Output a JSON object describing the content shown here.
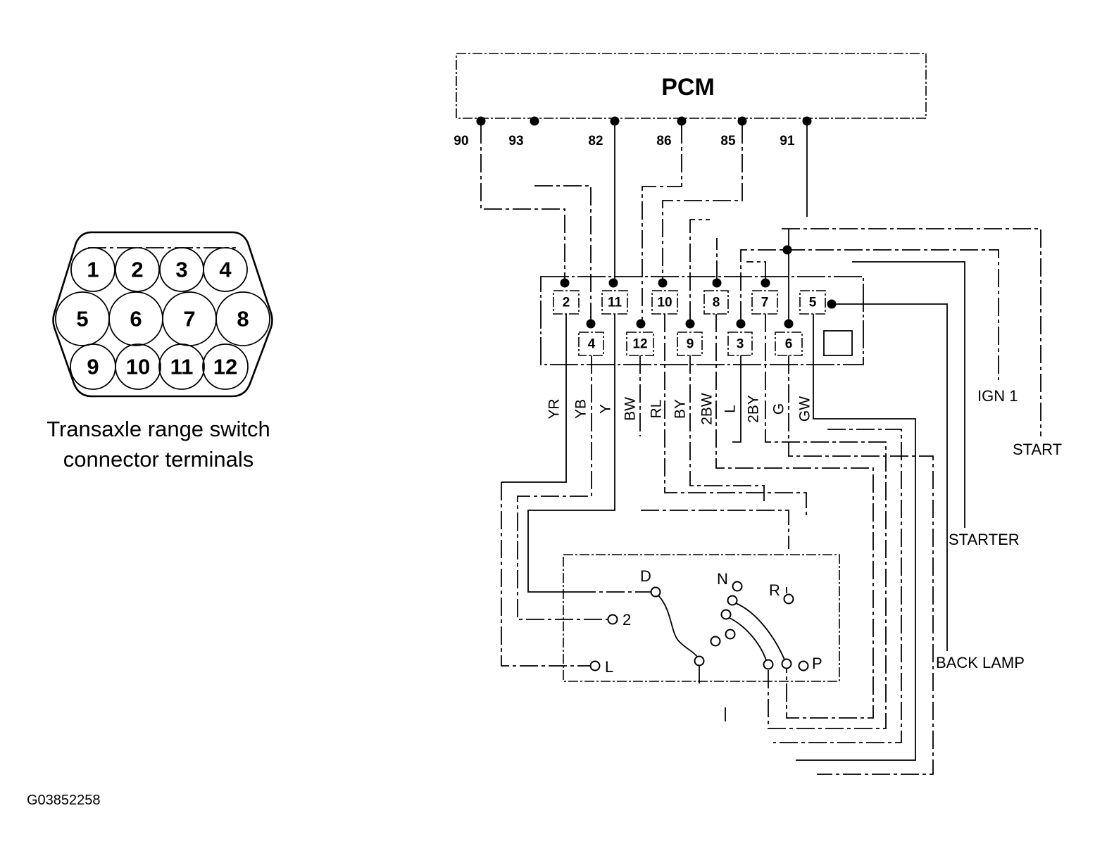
{
  "connector_view": {
    "terminals": [
      "1",
      "2",
      "3",
      "4",
      "5",
      "6",
      "7",
      "8",
      "9",
      "10",
      "11",
      "12"
    ],
    "caption": [
      "Transaxle range switch",
      "connector terminals"
    ]
  },
  "pcm": {
    "label": "PCM",
    "pins": [
      "90",
      "93",
      "82",
      "86",
      "85",
      "91"
    ]
  },
  "switch_connector": {
    "top_row": [
      "2",
      "11",
      "10",
      "8",
      "7",
      "5"
    ],
    "bottom_row": [
      "4",
      "12",
      "9",
      "3",
      "6"
    ]
  },
  "wire_colors": [
    "YR",
    "YB",
    "Y",
    "BW",
    "RL",
    "BY",
    "2BW",
    "L",
    "2BY",
    "G",
    "GW"
  ],
  "circuits": {
    "ign1": "IGN 1",
    "start": "START",
    "starter": "STARTER",
    "back_lamp": "BACK LAMP"
  },
  "range_positions": {
    "d": "D",
    "n": "N",
    "r": "R",
    "second": "2",
    "low": "L",
    "park": "P"
  },
  "figure_id": "G03852258"
}
